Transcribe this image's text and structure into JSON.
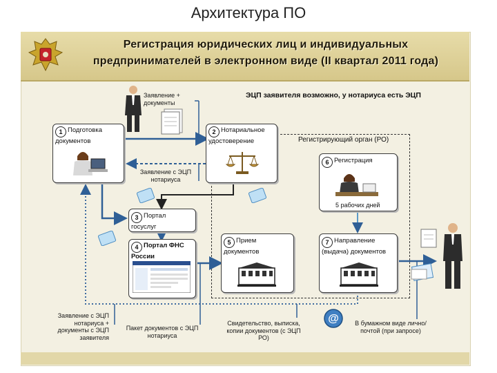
{
  "slide_title": "Архитектура ПО",
  "header": {
    "line1": "Регистрация юридических лиц и индивидуальных",
    "line2": "предпринимателей в электронном виде (II квартал 2011 года)"
  },
  "notice": "ЭЦП заявителя возможно, у нотариуса есть ЭЦП",
  "steps": [
    {
      "num": "1",
      "label": "Подготовка документов"
    },
    {
      "num": "2",
      "label": "Нотариальное удостоверение"
    },
    {
      "num": "3",
      "label": "Портал госуслуг"
    },
    {
      "num": "4",
      "label": "Портал ФНС России"
    },
    {
      "num": "5",
      "label": "Прием документов"
    },
    {
      "num": "6",
      "label": "Регистрация"
    },
    {
      "num": "7",
      "label": "Направление (выдача) документов"
    }
  ],
  "region_label": "Регистрирующий орган (РО)",
  "duration": "5 рабочих дней",
  "labels": {
    "application_docs": "Заявление + документы",
    "application_ecp": "Заявление с ЭЦП нотариуса",
    "left_bottom": "Заявление с ЭЦП нотариуса + документы с ЭЦП заявителя",
    "package": "Пакет документов с ЭЦП нотариуса",
    "certificate": "Свидетельство, выписка, копии документов (с ЭЦП РО)",
    "paper": "В бумажном виде лично/почтой (при запросе)"
  },
  "colors": {
    "arrow_blue": "#2f5f96",
    "dotted_blue": "#3d6aa0",
    "header_gold": "#d6c78a",
    "panel_bg": "#f3f0e2"
  },
  "icons": [
    "emblem-icon",
    "businessman-icon",
    "document-icon",
    "operator-icon",
    "scales-icon",
    "building-icon",
    "email-icon",
    "envelope-icon",
    "courier-icon"
  ]
}
